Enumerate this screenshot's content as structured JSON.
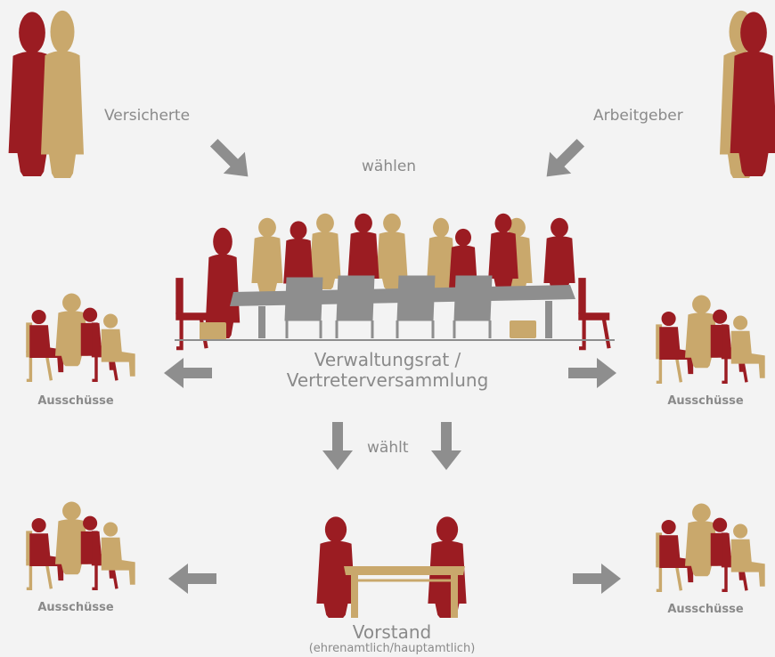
{
  "labels": {
    "insured": "Versicherte",
    "employers": "Arbeitgeber",
    "elect": "wählen",
    "council_line1": "Verwaltungsrat /",
    "council_line2": "Vertreterversammlung",
    "elects": "wählt",
    "committees": "Ausschüsse",
    "board": "Vorstand",
    "board_sub": "(ehrenamtlich/hauptamtlich)"
  },
  "colors": {
    "background": "#f3f3f3",
    "dark_red": "#9b1c22",
    "gold": "#c9a86c",
    "grey": "#8e8e8e",
    "text": "#8a8a8a"
  },
  "icons": [
    "couple-silhouette-icon",
    "meeting-table-icon",
    "committee-group-icon",
    "board-desk-icon",
    "arrow-icon"
  ]
}
